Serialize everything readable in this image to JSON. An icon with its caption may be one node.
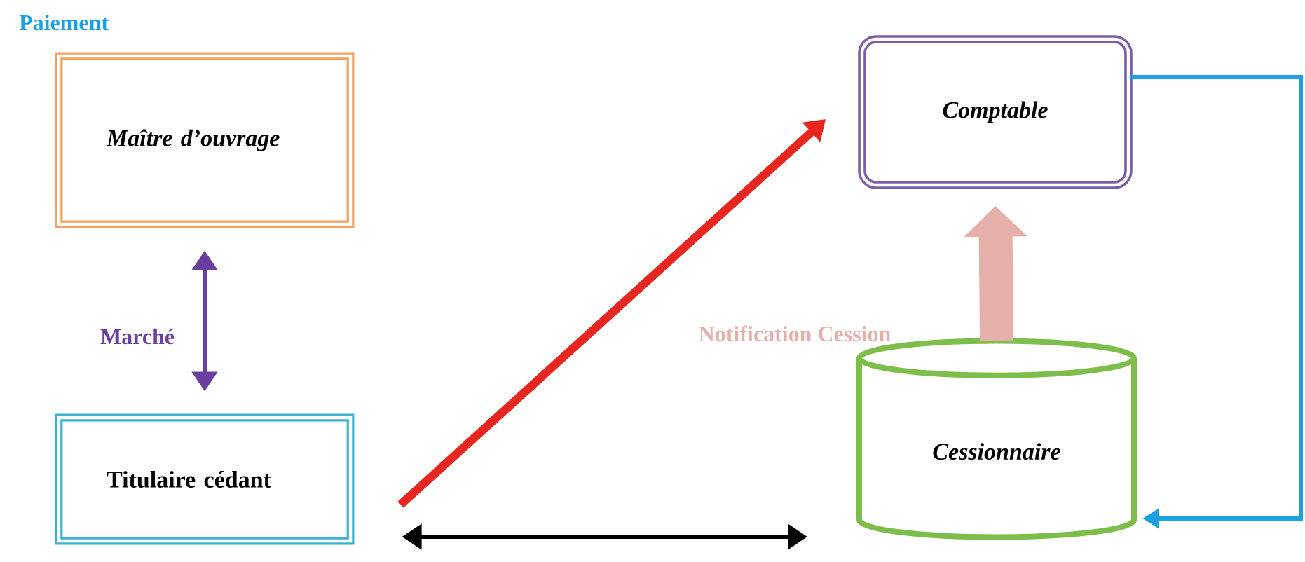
{
  "diagram": {
    "nodes": [
      {
        "text": [
          "Maître d’ouvrage"
        ]
      },
      {
        "text": [
          "Titulaire cédant"
        ]
      },
      {
        "text": [
          "Comptable"
        ]
      },
      {
        "text": [
          "Cessionnaire"
        ]
      }
    ],
    "edges": [
      {
        "from": 0,
        "to": 1,
        "arrow": "both",
        "label": "Marché",
        "color": "#6b3fa0"
      },
      {
        "from": 1,
        "to": 2,
        "arrow": "to",
        "style": "thick",
        "color": "#e8251f"
      },
      {
        "from": 3,
        "to": 2,
        "arrow": "to",
        "style": "thick",
        "label": "Notification Cession",
        "color": "#e6b0aa"
      },
      {
        "from": 1,
        "to": 3,
        "arrow": "both",
        "color": "#000000"
      },
      {
        "from": 2,
        "to": 3,
        "arrow": "to",
        "color": "#1ba1e2"
      }
    ],
    "labels": [
      "Paiement"
    ]
  }
}
